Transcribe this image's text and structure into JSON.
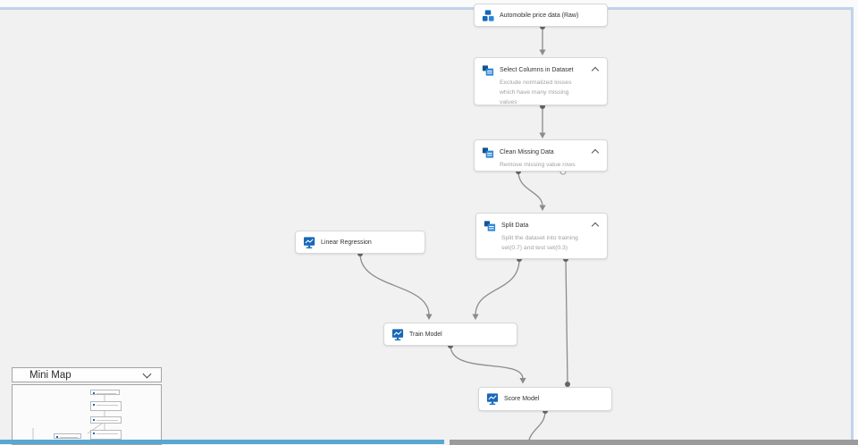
{
  "app": {
    "name": "pipeline-designer-canvas"
  },
  "colors": {
    "canvas_bg": "#f1f1f2",
    "focus_border": "#bfd3ec",
    "node_border": "#d8d8d8",
    "edge": "#8b8b8b",
    "icon_blue": "#1767b8",
    "scrollbar_blue": "#58a7d0",
    "scrollbar_gray": "#9b9b9b"
  },
  "nodes": [
    {
      "title": "Automobile price data (Raw)",
      "description": "",
      "icon": "dataset-icon"
    },
    {
      "title": "Select Columns in Dataset",
      "description": "Exclude normalized losses which have many missing values",
      "icon": "module-icon",
      "collapse_icon": "chevron-up"
    },
    {
      "title": "Clean Missing Data",
      "description": "Remove missing value rows",
      "icon": "module-icon",
      "collapse_icon": "chevron-up"
    },
    {
      "title": "Split Data",
      "description": "Split the dataset into training set(0.7) and test set(0.3)",
      "icon": "module-icon",
      "collapse_icon": "chevron-up"
    },
    {
      "title": "Linear Regression",
      "description": "",
      "icon": "model-icon"
    },
    {
      "title": "Train Model",
      "description": "",
      "icon": "model-icon"
    },
    {
      "title": "Score Model",
      "description": "",
      "icon": "model-icon"
    }
  ],
  "minimap": {
    "title": "Mini Map",
    "collapse_icon": "chevron-down"
  }
}
